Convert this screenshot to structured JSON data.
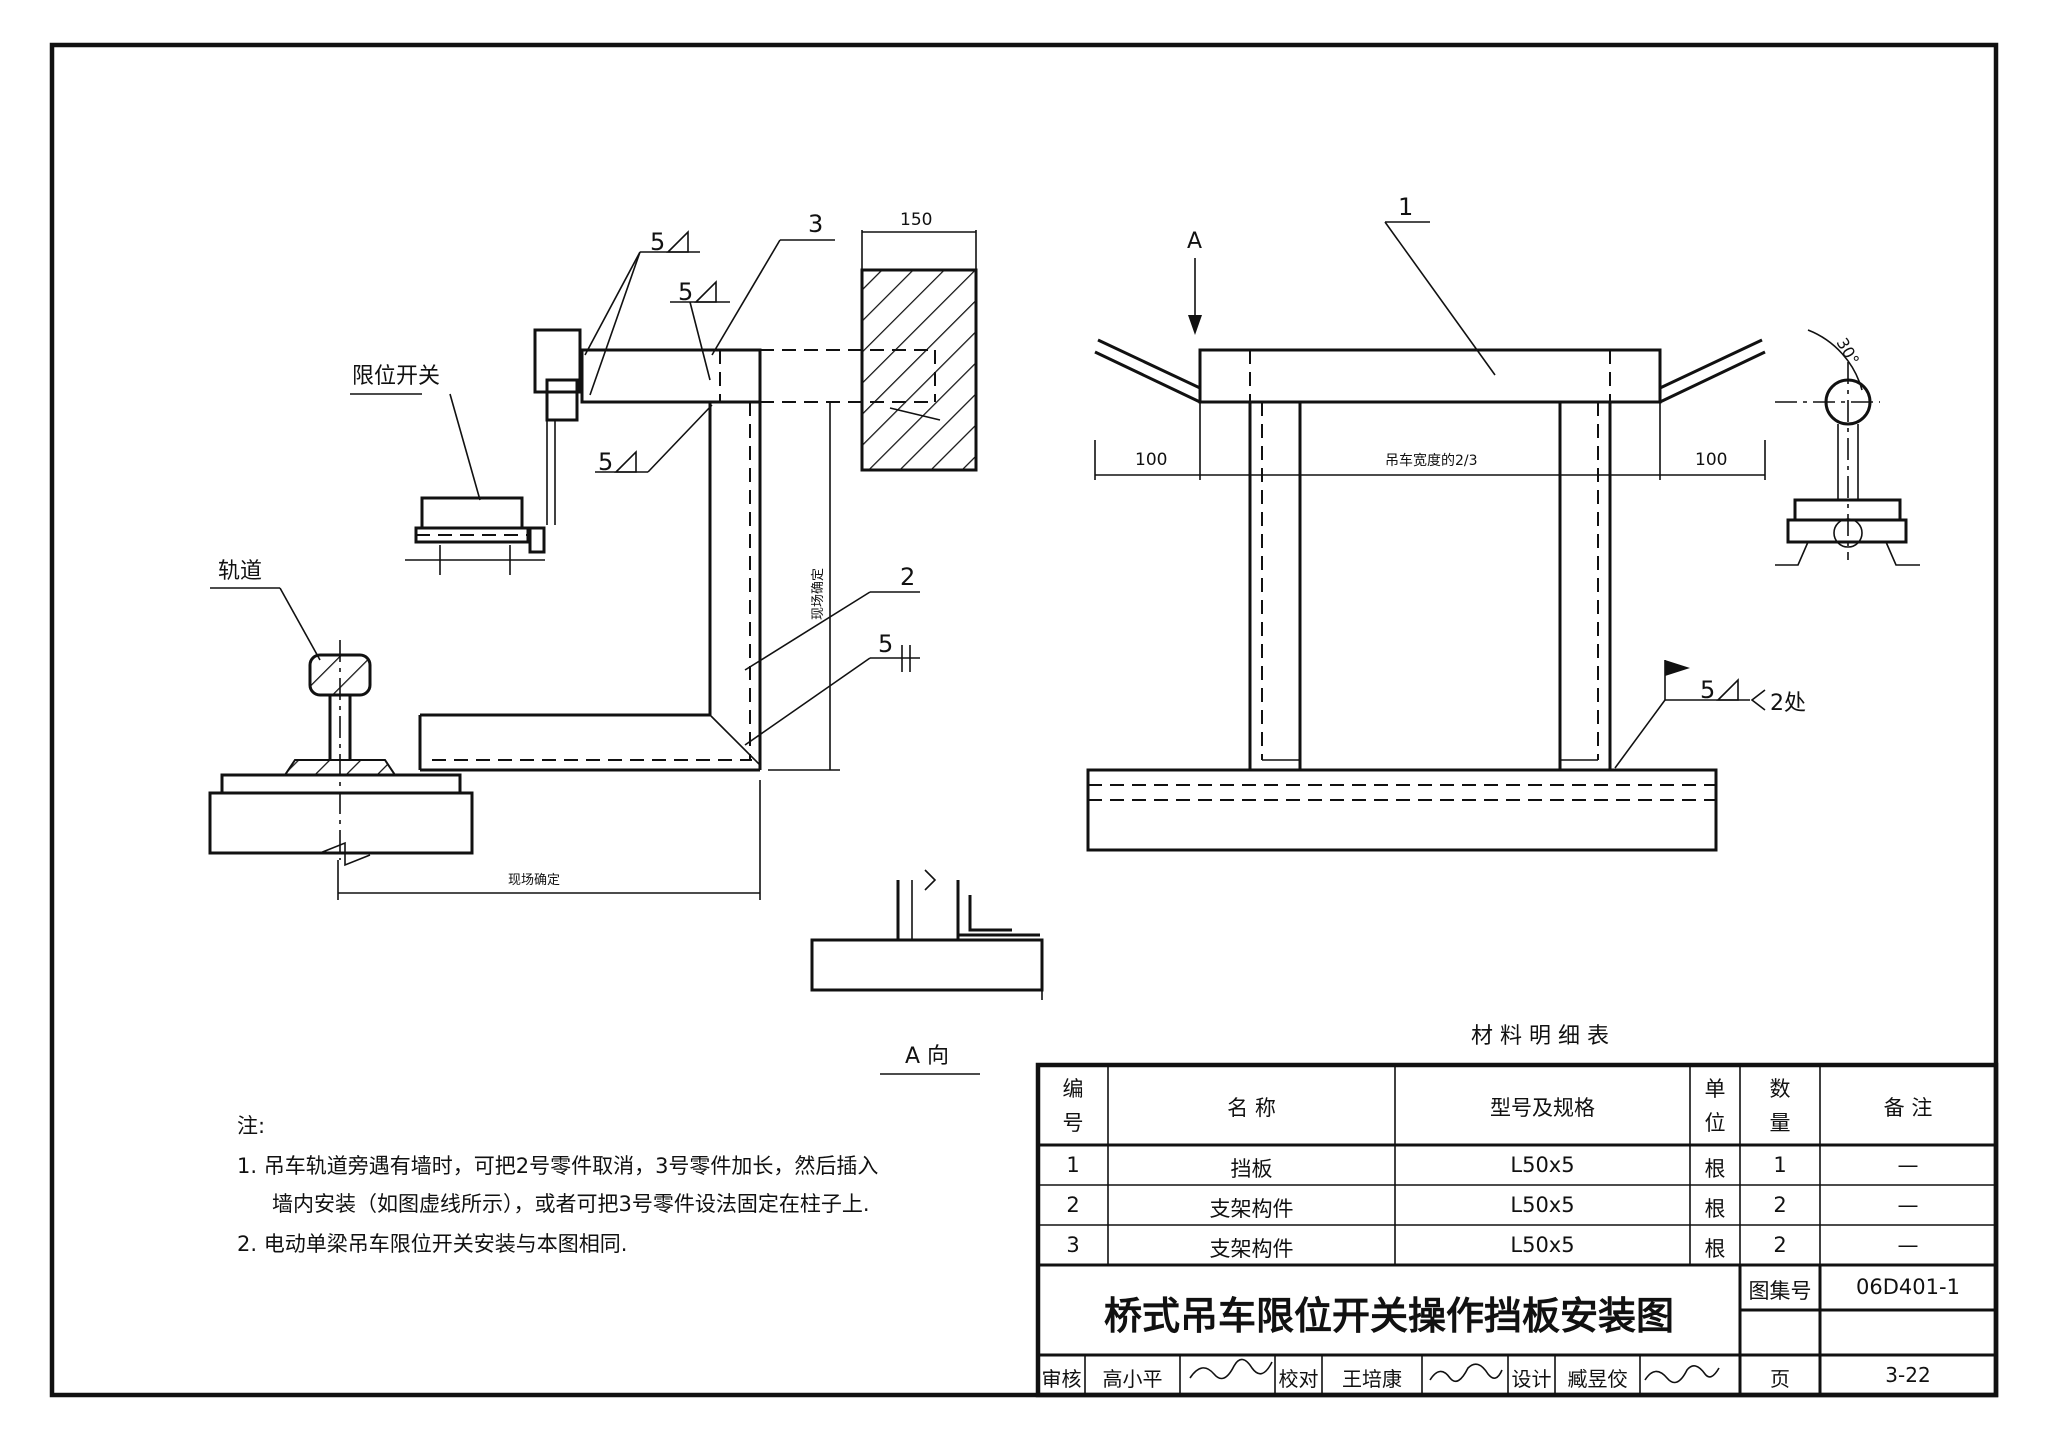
{
  "drawing": {
    "labels": {
      "limit_switch": "限位开关",
      "track": "轨道",
      "part_3": "3",
      "part_2": "2",
      "part_1": "1",
      "weld_5": "5",
      "dim_150": "150",
      "dim_100_left": "100",
      "dim_100_right": "100",
      "dim_crane_width": "吊车宽度的2/3",
      "dim_site_vertical": "现场确定",
      "dim_site_horizontal": "现场确定",
      "angle_30": "30°",
      "view_arrow_a": "A",
      "view_a_caption": "A 向",
      "weld_2places": "2处"
    }
  },
  "notes": {
    "title": "注:",
    "items": [
      "1. 吊车轨道旁遇有墙时，可把2号零件取消，3号零件加长，然后插入",
      "墙内安装（如图虚线所示），或者可把3号零件设法固定在柱子上.",
      "2. 电动单梁吊车限位开关安装与本图相同."
    ]
  },
  "materials": {
    "title": "材 料 明 细 表",
    "headers": {
      "no": [
        "编",
        "号"
      ],
      "name": "名  称",
      "spec": "型号及规格",
      "unit": [
        "单",
        "位"
      ],
      "qty": [
        "数",
        "量"
      ],
      "remark": "备  注"
    },
    "rows": [
      {
        "no": "1",
        "name": "挡板",
        "spec": "L50x5",
        "unit": "根",
        "qty": "1",
        "remark": "—"
      },
      {
        "no": "2",
        "name": "支架构件",
        "spec": "L50x5",
        "unit": "根",
        "qty": "2",
        "remark": "—"
      },
      {
        "no": "3",
        "name": "支架构件",
        "spec": "L50x5",
        "unit": "根",
        "qty": "2",
        "remark": "—"
      }
    ]
  },
  "title_block": {
    "title": "桥式吊车限位开关操作挡板安装图",
    "atlas_label": "图集号",
    "atlas_no": "06D401-1",
    "review_label": "审核",
    "reviewer": "高小平",
    "check_label": "校对",
    "checker": "王培康",
    "design_label": "设计",
    "designer": "臧昱佼",
    "page_label": "页",
    "page_no": "3-22"
  }
}
